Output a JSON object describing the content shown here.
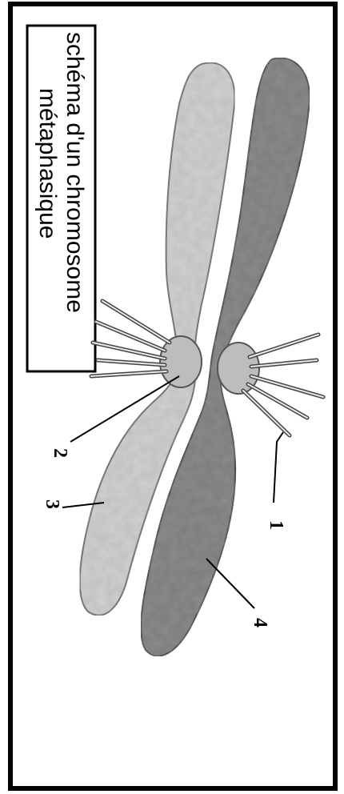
{
  "title": {
    "line1": "schéma d'un chromosome",
    "line2": "métaphasique"
  },
  "labels": {
    "l1": "1",
    "l2": "2",
    "l3": "3",
    "l4": "4"
  },
  "colors": {
    "light_chromatid": "#d2d2d2",
    "dark_chromatid": "#7a7a7a",
    "kinetochore": "#bdbdbd",
    "frame": "#000000"
  }
}
